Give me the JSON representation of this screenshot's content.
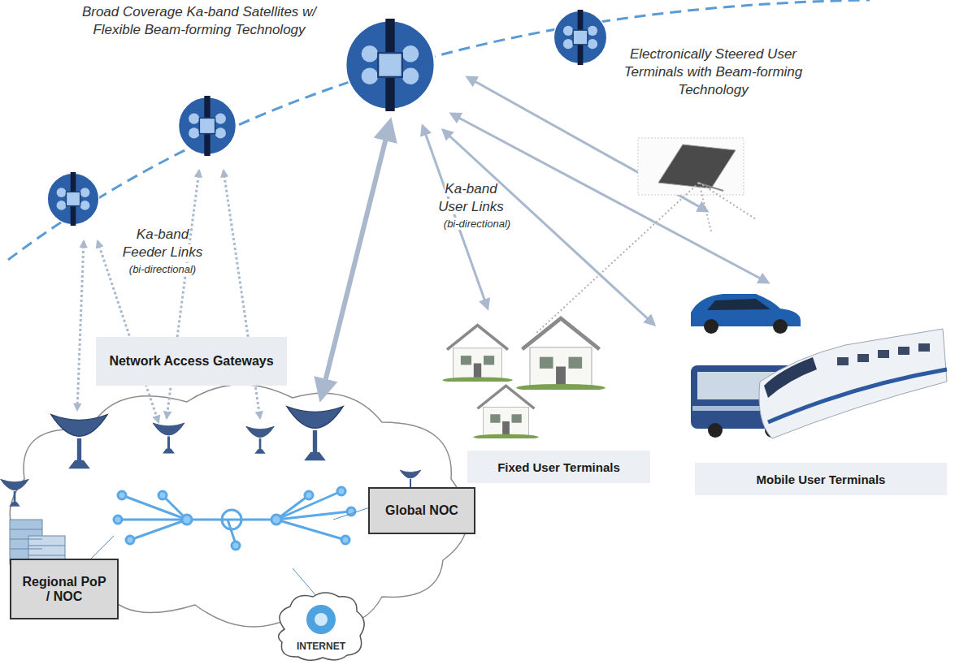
{
  "diagram": {
    "nodes": [
      {
        "text": [
          "Network Access Gateways"
        ]
      },
      {
        "text": [
          "Fixed User Terminals"
        ]
      },
      {
        "text": [
          "Mobile User Terminals"
        ]
      },
      {
        "text": [
          "Regional PoP / NOC"
        ]
      },
      {
        "text": [
          "Global NOC"
        ]
      },
      {
        "text": [
          "INTERNET"
        ]
      }
    ],
    "labels": [
      "Broad Coverage Ka-band Satellites w/ Flexible Beam-forming Technology",
      "Electronically Steered User Terminals with Beam-forming Technology",
      "Ka-band User Links",
      "(bi-directional)",
      "Ka-band Feeder Links",
      "(bi-directional)"
    ]
  }
}
